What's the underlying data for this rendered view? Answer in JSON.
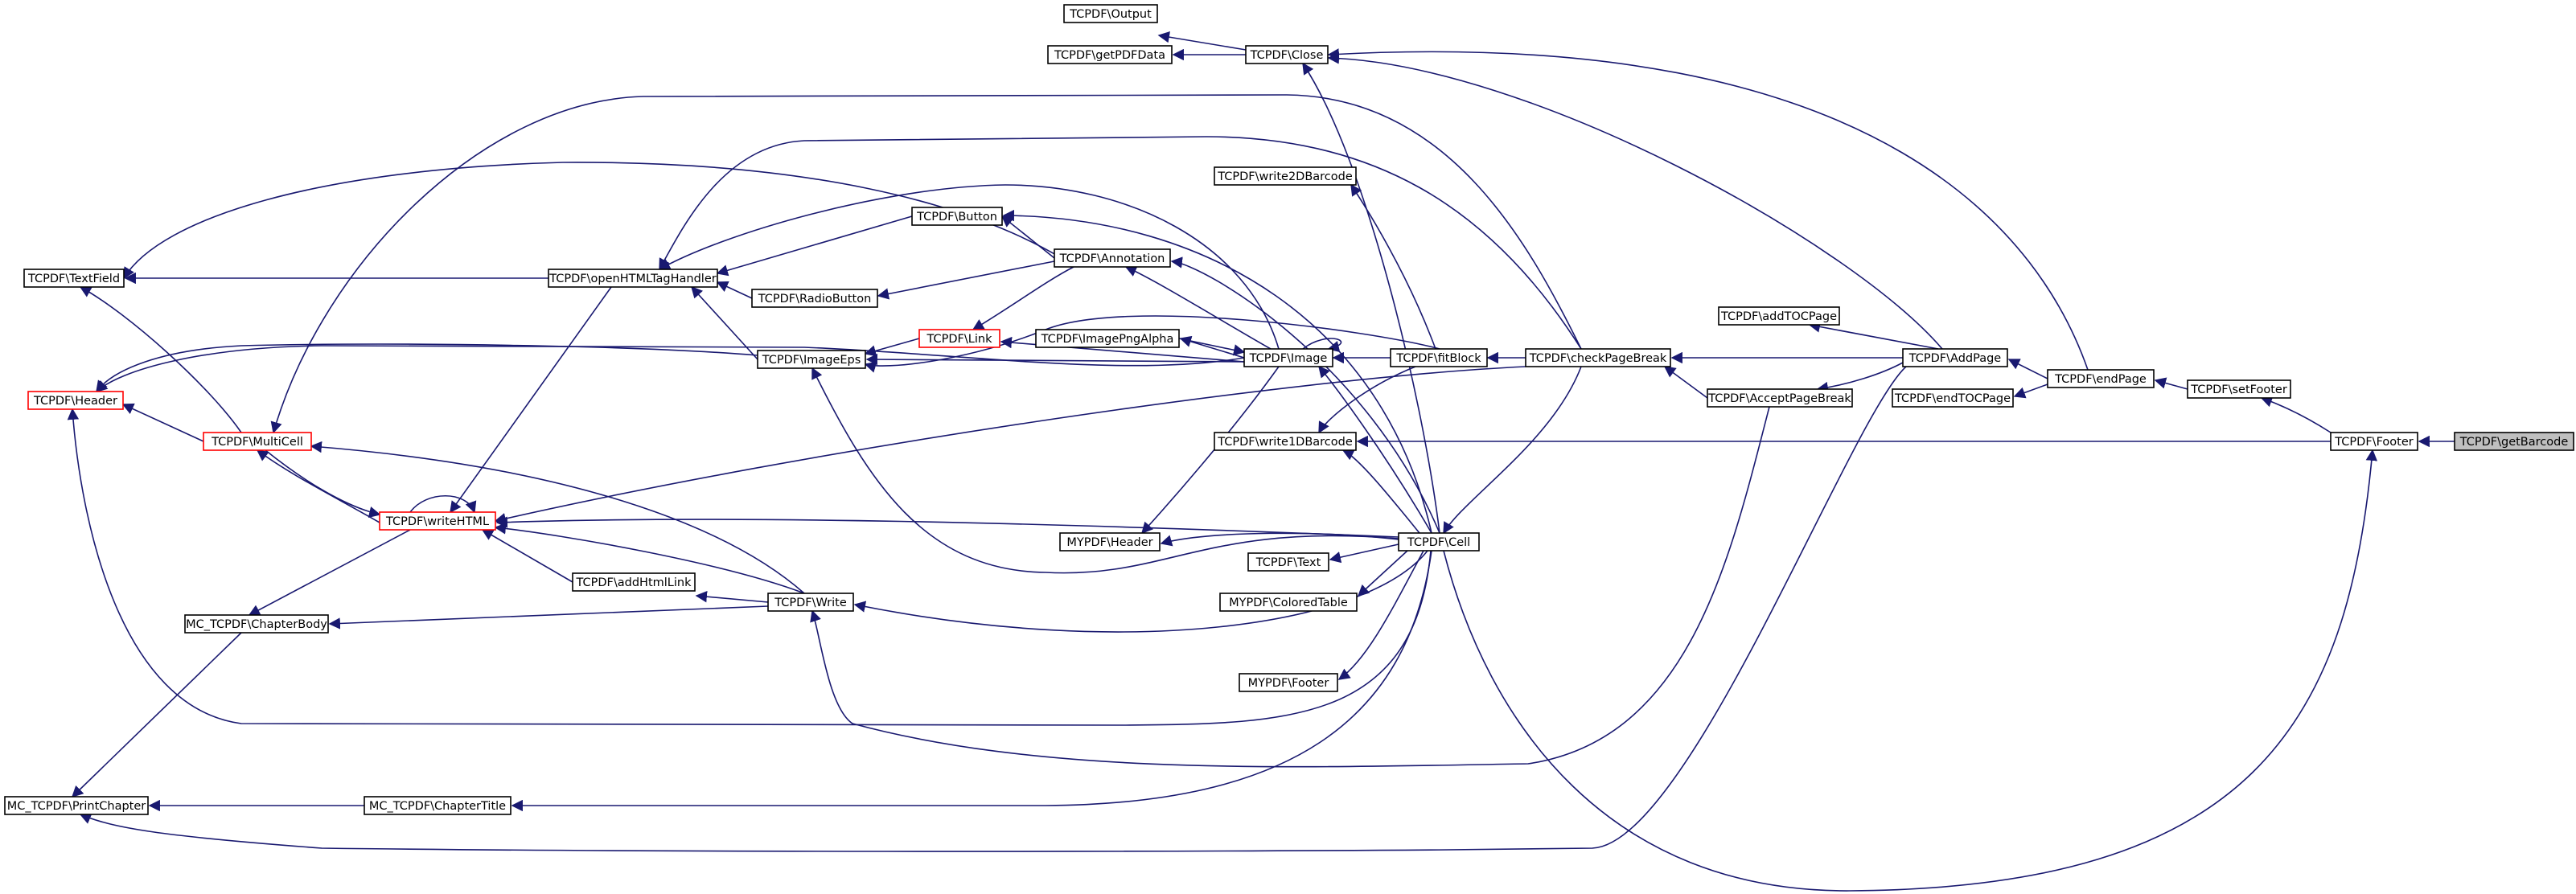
{
  "diagram": {
    "title": "",
    "edge_color": "#191970",
    "highlight_fill": "#bfbfbf",
    "red_border_color": "#ff0000",
    "nodes": [
      {
        "id": "getBarcode",
        "label": "TCPDF\\getBarcode",
        "style": "root"
      },
      {
        "id": "Footer",
        "label": "TCPDF\\Footer",
        "style": "normal"
      },
      {
        "id": "setFooter",
        "label": "TCPDF\\setFooter",
        "style": "normal"
      },
      {
        "id": "endPage",
        "label": "TCPDF\\endPage",
        "style": "normal"
      },
      {
        "id": "AddPage",
        "label": "TCPDF\\AddPage",
        "style": "normal"
      },
      {
        "id": "endTOCPage",
        "label": "TCPDF\\endTOCPage",
        "style": "normal"
      },
      {
        "id": "addTOCPage",
        "label": "TCPDF\\addTOCPage",
        "style": "normal"
      },
      {
        "id": "AcceptPageBreak",
        "label": "TCPDF\\AcceptPageBreak",
        "style": "normal"
      },
      {
        "id": "checkPageBreak",
        "label": "TCPDF\\checkPageBreak",
        "style": "normal"
      },
      {
        "id": "fitBlock",
        "label": "TCPDF\\fitBlock",
        "style": "normal"
      },
      {
        "id": "Image",
        "label": "TCPDF\\Image",
        "style": "normal"
      },
      {
        "id": "write2DBarcode",
        "label": "TCPDF\\write2DBarcode",
        "style": "normal"
      },
      {
        "id": "write1DBarcode",
        "label": "TCPDF\\write1DBarcode",
        "style": "normal"
      },
      {
        "id": "Cell",
        "label": "TCPDF\\Cell",
        "style": "normal"
      },
      {
        "id": "Close",
        "label": "TCPDF\\Close",
        "style": "normal"
      },
      {
        "id": "Output",
        "label": "TCPDF\\Output",
        "style": "normal"
      },
      {
        "id": "getPDFData",
        "label": "TCPDF\\getPDFData",
        "style": "normal"
      },
      {
        "id": "ImagePngAlpha",
        "label": "TCPDF\\ImagePngAlpha",
        "style": "normal"
      },
      {
        "id": "Annotation",
        "label": "TCPDF\\Annotation",
        "style": "normal"
      },
      {
        "id": "Button",
        "label": "TCPDF\\Button",
        "style": "normal"
      },
      {
        "id": "RadioButton",
        "label": "TCPDF\\RadioButton",
        "style": "normal"
      },
      {
        "id": "Link",
        "label": "TCPDF\\Link",
        "style": "red"
      },
      {
        "id": "ImageEps",
        "label": "TCPDF\\ImageEps",
        "style": "normal"
      },
      {
        "id": "openHTMLTagHandler",
        "label": "TCPDF\\openHTMLTagHandler",
        "style": "normal"
      },
      {
        "id": "TextField",
        "label": "TCPDF\\TextField",
        "style": "normal"
      },
      {
        "id": "Header",
        "label": "TCPDF\\Header",
        "style": "red"
      },
      {
        "id": "MultiCell",
        "label": "TCPDF\\MultiCell",
        "style": "red"
      },
      {
        "id": "writeHTML",
        "label": "TCPDF\\writeHTML",
        "style": "red"
      },
      {
        "id": "addHtmlLink",
        "label": "TCPDF\\addHtmlLink",
        "style": "normal"
      },
      {
        "id": "Write",
        "label": "TCPDF\\Write",
        "style": "normal"
      },
      {
        "id": "ChapterBody",
        "label": "MC_TCPDF\\ChapterBody",
        "style": "normal"
      },
      {
        "id": "PrintChapter",
        "label": "MC_TCPDF\\PrintChapter",
        "style": "normal"
      },
      {
        "id": "ChapterTitle",
        "label": "MC_TCPDF\\ChapterTitle",
        "style": "normal"
      },
      {
        "id": "MYPDFHeader",
        "label": "MYPDF\\Header",
        "style": "normal"
      },
      {
        "id": "Text",
        "label": "TCPDF\\Text",
        "style": "normal"
      },
      {
        "id": "ColoredTable",
        "label": "MYPDF\\ColoredTable",
        "style": "normal"
      },
      {
        "id": "MYPDFFooter",
        "label": "MYPDF\\Footer",
        "style": "normal"
      }
    ],
    "edges": [
      {
        "from": "Footer",
        "to": "getBarcode"
      },
      {
        "from": "setFooter",
        "to": "Footer"
      },
      {
        "from": "endPage",
        "to": "setFooter"
      },
      {
        "from": "AddPage",
        "to": "endPage"
      },
      {
        "from": "endTOCPage",
        "to": "endPage"
      },
      {
        "from": "Close",
        "to": "endPage"
      },
      {
        "from": "addTOCPage",
        "to": "AddPage"
      },
      {
        "from": "AcceptPageBreak",
        "to": "AddPage"
      },
      {
        "from": "checkPageBreak",
        "to": "AddPage"
      },
      {
        "from": "Close",
        "to": "AddPage"
      },
      {
        "from": "PrintChapter",
        "to": "AddPage"
      },
      {
        "from": "checkPageBreak",
        "to": "AcceptPageBreak"
      },
      {
        "from": "Write",
        "to": "AcceptPageBreak"
      },
      {
        "from": "fitBlock",
        "to": "checkPageBreak"
      },
      {
        "from": "Cell",
        "to": "checkPageBreak"
      },
      {
        "from": "MultiCell",
        "to": "checkPageBreak"
      },
      {
        "from": "openHTMLTagHandler",
        "to": "checkPageBreak"
      },
      {
        "from": "writeHTML",
        "to": "checkPageBreak"
      },
      {
        "from": "Image",
        "to": "fitBlock"
      },
      {
        "from": "write2DBarcode",
        "to": "fitBlock"
      },
      {
        "from": "write1DBarcode",
        "to": "fitBlock"
      },
      {
        "from": "ImageEps",
        "to": "fitBlock"
      },
      {
        "from": "Footer",
        "to": "write1DBarcode"
      },
      {
        "from": "Image",
        "to": "Image"
      },
      {
        "from": "ImagePngAlpha",
        "to": "Image"
      },
      {
        "from": "Image",
        "to": "ImagePngAlpha"
      },
      {
        "from": "Annotation",
        "to": "Image"
      },
      {
        "from": "openHTMLTagHandler",
        "to": "Image"
      },
      {
        "from": "Header",
        "to": "Image"
      },
      {
        "from": "MYPDFHeader",
        "to": "Image"
      },
      {
        "from": "ImageEps",
        "to": "Image"
      },
      {
        "from": "Image",
        "to": "Link"
      },
      {
        "from": "Link",
        "to": "Annotation"
      },
      {
        "from": "Button",
        "to": "Annotation"
      },
      {
        "from": "RadioButton",
        "to": "Annotation"
      },
      {
        "from": "TextField",
        "to": "Annotation"
      },
      {
        "from": "openHTMLTagHandler",
        "to": "Button"
      },
      {
        "from": "openHTMLTagHandler",
        "to": "RadioButton"
      },
      {
        "from": "openHTMLTagHandler",
        "to": "ImageEps"
      },
      {
        "from": "openHTMLTagHandler",
        "to": "TextField"
      },
      {
        "from": "ImageEps",
        "to": "Link"
      },
      {
        "from": "Header",
        "to": "ImageEps"
      },
      {
        "from": "writeHTML",
        "to": "openHTMLTagHandler"
      },
      {
        "from": "MultiCell",
        "to": "TextField"
      },
      {
        "from": "Header",
        "to": "MultiCell"
      },
      {
        "from": "writeHTML",
        "to": "MultiCell"
      },
      {
        "from": "MultiCell",
        "to": "writeHTML"
      },
      {
        "from": "writeHTML",
        "to": "writeHTML"
      },
      {
        "from": "ChapterBody",
        "to": "writeHTML"
      },
      {
        "from": "PrintChapter",
        "to": "ChapterBody"
      },
      {
        "from": "writeHTML",
        "to": "addHtmlLink"
      },
      {
        "from": "addHtmlLink",
        "to": "Write"
      },
      {
        "from": "writeHTML",
        "to": "Write"
      },
      {
        "from": "ChapterBody",
        "to": "Write"
      },
      {
        "from": "MultiCell",
        "to": "Write"
      },
      {
        "from": "Cell",
        "to": "Close"
      },
      {
        "from": "Output",
        "to": "Close"
      },
      {
        "from": "getPDFData",
        "to": "Close"
      },
      {
        "from": "Cell",
        "to": "Annotation"
      },
      {
        "from": "Cell",
        "to": "Button"
      },
      {
        "from": "Cell",
        "to": "Image"
      },
      {
        "from": "Cell",
        "to": "write1DBarcode"
      },
      {
        "from": "Cell",
        "to": "Write"
      },
      {
        "from": "Cell",
        "to": "ChapterTitle"
      },
      {
        "from": "Cell",
        "to": "MYPDFHeader"
      },
      {
        "from": "Cell",
        "to": "Text"
      },
      {
        "from": "Cell",
        "to": "ColoredTable"
      },
      {
        "from": "Cell",
        "to": "MYPDFFooter"
      },
      {
        "from": "Cell",
        "to": "ImageEps"
      },
      {
        "from": "Cell",
        "to": "writeHTML"
      },
      {
        "from": "Cell",
        "to": "Footer"
      },
      {
        "from": "Cell",
        "to": "Header"
      },
      {
        "from": "PrintChapter",
        "to": "ChapterTitle"
      }
    ]
  }
}
